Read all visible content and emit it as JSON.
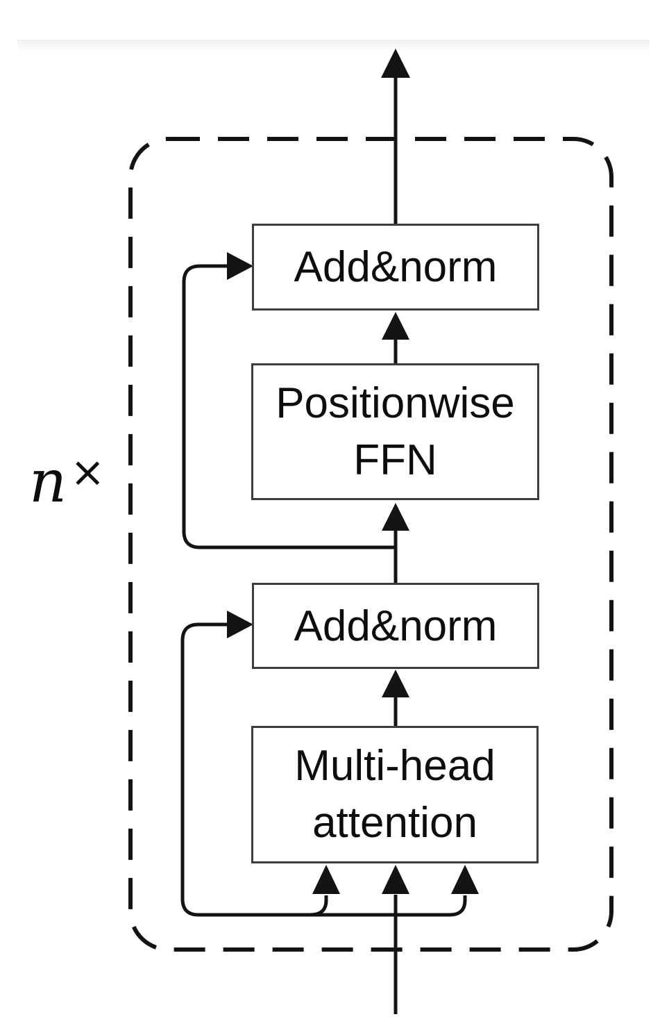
{
  "page": {
    "background": "#ffffff",
    "separator_band_color": "#f1f1f4"
  },
  "diagram": {
    "type": "flow-diagram",
    "subject": "transformer-encoder-block",
    "repeat_label": {
      "variable": "n",
      "operator": "×"
    },
    "blocks": [
      {
        "name": "add-norm-top",
        "label": "Add&norm"
      },
      {
        "name": "positionwise-ffn",
        "label_line1": "Positionwise",
        "label_line2": "FFN"
      },
      {
        "name": "add-norm-lower",
        "label": "Add&norm"
      },
      {
        "name": "multi-head-attention",
        "label_line1": "Multi-head",
        "label_line2": "attention"
      }
    ],
    "colors": {
      "line": "#131313",
      "box_border": "#3c3c3c",
      "text": "#0d0d0d",
      "dashed_boundary": "#131313"
    }
  }
}
